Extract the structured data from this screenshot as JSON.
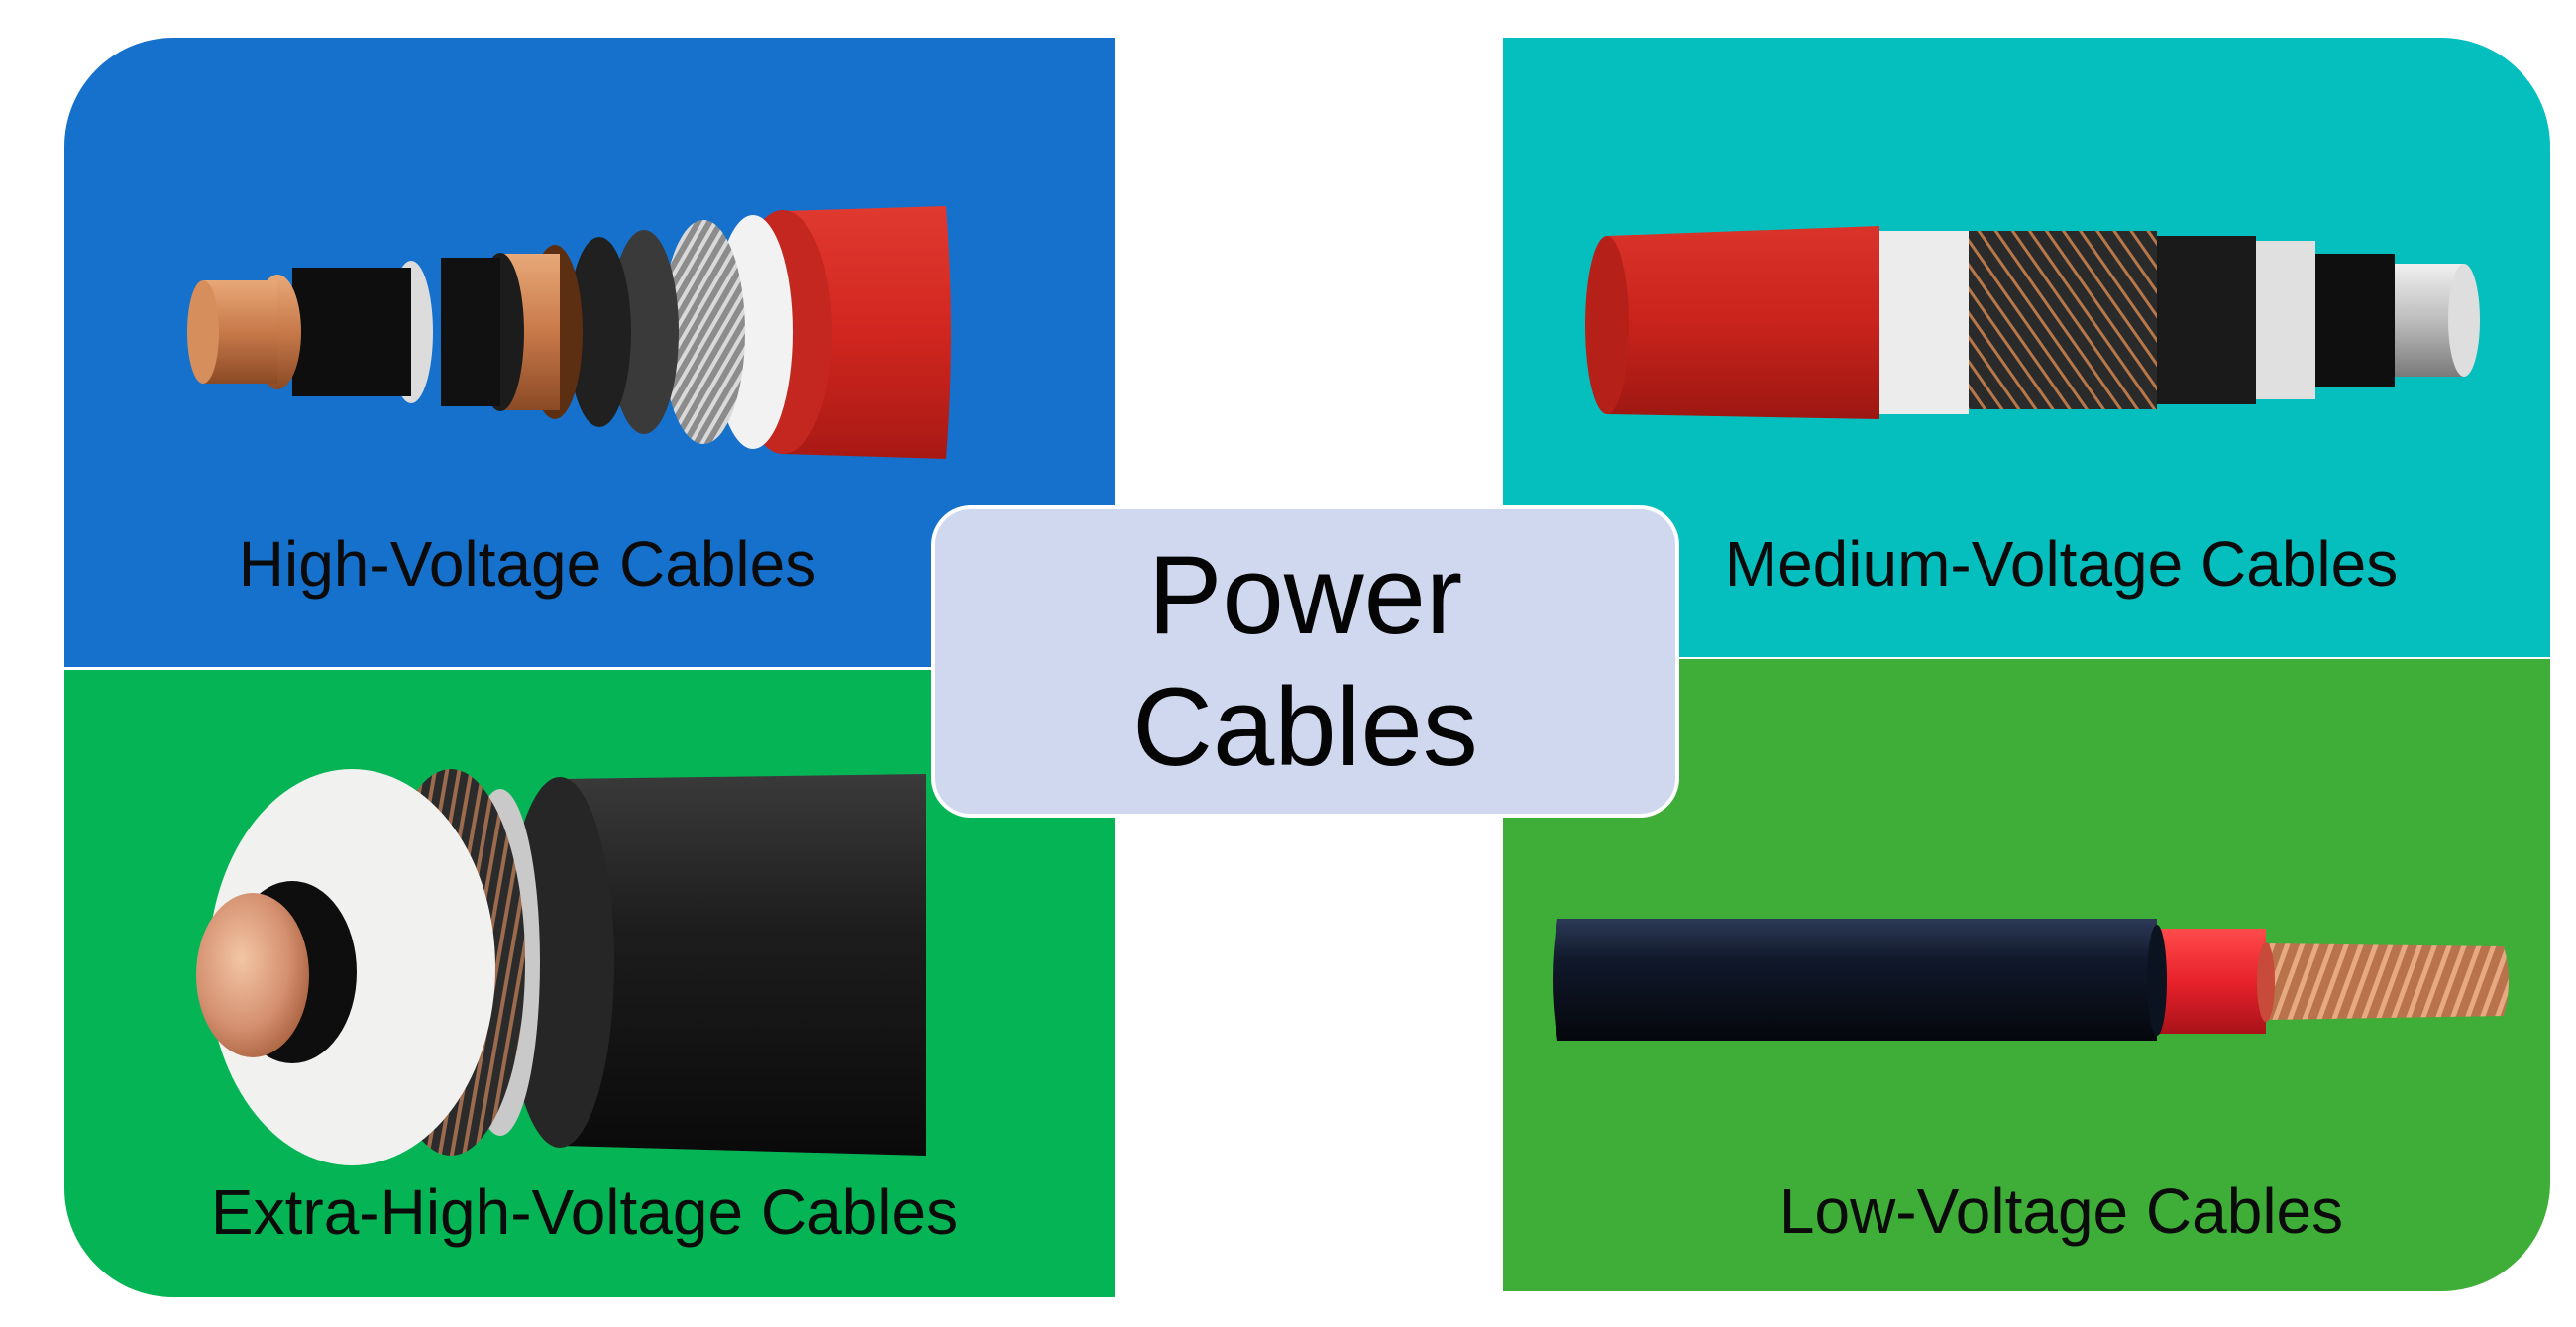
{
  "center": {
    "line1": "Power",
    "line2": "Cables"
  },
  "quadrants": {
    "high_voltage": {
      "label": "High-Voltage Cables",
      "bg": "#1671cc"
    },
    "medium_voltage": {
      "label": "Medium-Voltage Cables",
      "bg": "#04bfbd"
    },
    "extra_high_voltage": {
      "label": "Extra-High-Voltage Cables",
      "bg": "#05b555"
    },
    "low_voltage": {
      "label": "Low-Voltage Cables",
      "bg": "#3fae38"
    }
  },
  "colors": {
    "center_box": "#cfd8ee",
    "copper": "#c8794a",
    "jacket_red": "#d42a22",
    "jacket_black": "#1d1d22"
  }
}
